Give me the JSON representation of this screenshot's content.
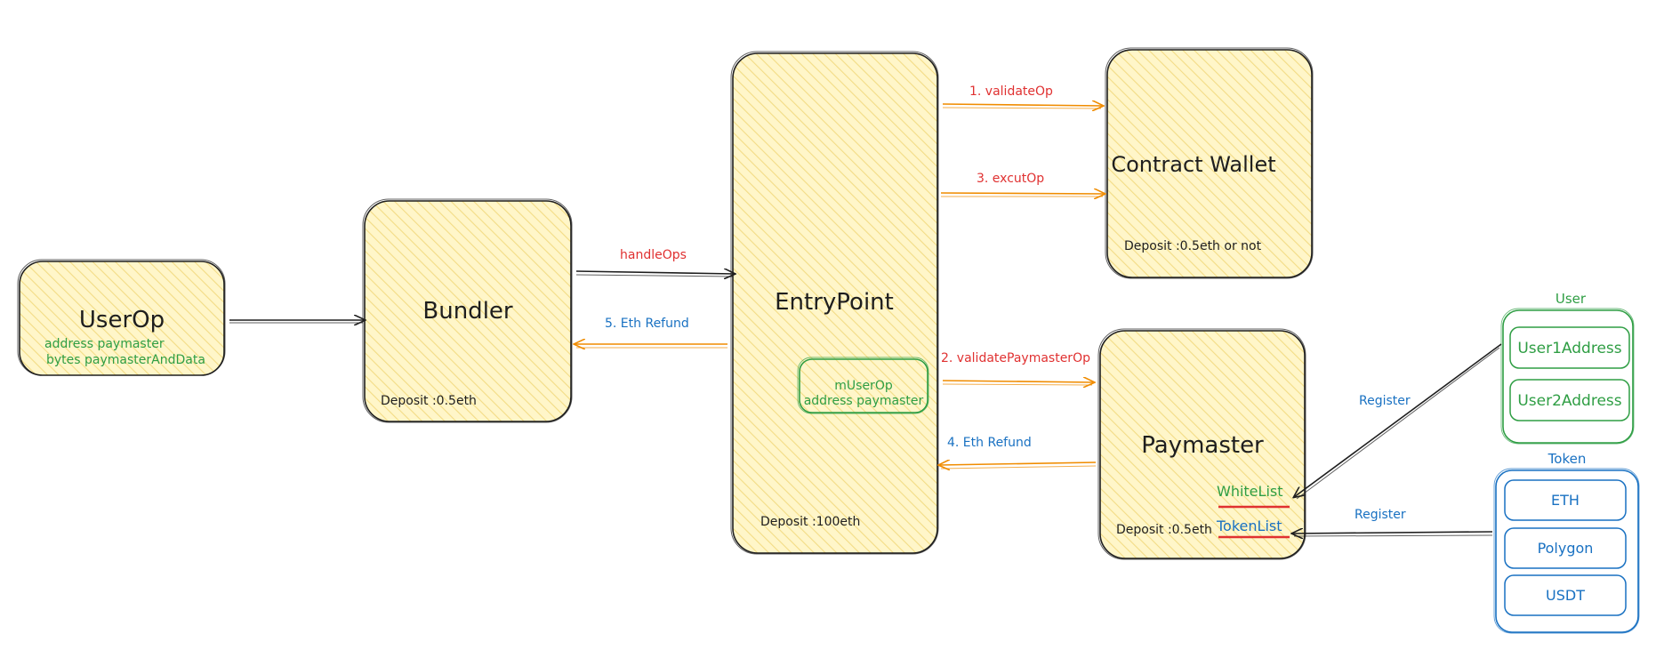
{
  "colors": {
    "box_fill": "#fff6c9",
    "hatch": "#f3dc85",
    "stroke": "#1e1e1e",
    "green": "#2f9e44",
    "blue": "#1971c2",
    "red": "#e03131",
    "orange": "#f08c00"
  },
  "userop": {
    "title": "UserOp",
    "line1": "address paymaster",
    "line2": "bytes paymasterAndData"
  },
  "bundler": {
    "title": "Bundler",
    "deposit": "Deposit :0.5eth"
  },
  "entrypoint": {
    "title": "EntryPoint",
    "deposit": "Deposit :100eth",
    "inner_line1": "mUserOp",
    "inner_line2": "address paymaster"
  },
  "wallet": {
    "title": "Contract Wallet",
    "deposit": "Deposit :0.5eth or not"
  },
  "paymaster": {
    "title": "Paymaster",
    "deposit": "Deposit :0.5eth",
    "whitelist": "WhiteList",
    "tokenlist": "TokenList"
  },
  "user_group": {
    "title": "User",
    "items": [
      "User1Address",
      "User2Address"
    ]
  },
  "token_group": {
    "title": "Token",
    "items": [
      "ETH",
      "Polygon",
      "USDT"
    ]
  },
  "arrows": {
    "handle_ops": "handleOps",
    "refund5": "5. Eth Refund",
    "validate_op": "1. validateOp",
    "exec_op": "3. excutOp",
    "validate_pm": "2. validatePaymasterOp",
    "refund4": "4. Eth Refund",
    "register_user": "Register",
    "register_token": "Register"
  }
}
